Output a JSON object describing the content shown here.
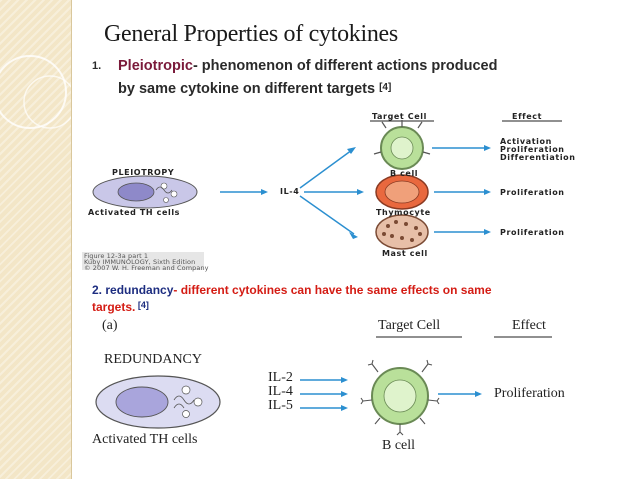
{
  "slide": {
    "title": "General Properties of cytokines",
    "point1": {
      "number": "1.",
      "term": "Pleiotropic",
      "line1_rest": "- phenomenon of different actions produced",
      "line2": "by same cytokine on different targets ",
      "ref": "[4]"
    },
    "figure1": {
      "col_target": "Target Cell",
      "col_effect": "Effect",
      "panel_label": "PLEIOTROPY",
      "source_cell": "Activated TH cells",
      "cytokine": "IL-4",
      "cells": [
        "B cell",
        "Thymocyte",
        "Mast cell"
      ],
      "effects": [
        "Activation",
        "Proliferation",
        "Differentiation",
        "Proliferation",
        "Proliferation"
      ],
      "credit_lines": [
        "Figure 12-3a part 1",
        "Kuby IMMUNOLOGY, Sixth Edition",
        "© 2007 W. H. Freeman and Company"
      ]
    },
    "point2": {
      "number": "2.",
      "term": "redundancy",
      "line1_rest": "- different cytokines can have the same effects on same",
      "line2": "targets.",
      "ref": " [4]"
    },
    "figure2": {
      "panel": "(a)",
      "col_target": "Target Cell",
      "col_effect": "Effect",
      "panel_label": "REDUNDANCY",
      "cytokines": [
        "IL-2",
        "IL-4",
        "IL-5"
      ],
      "effect": "Proliferation",
      "source_cell": "Activated TH cells",
      "target_cell": "B cell"
    }
  }
}
